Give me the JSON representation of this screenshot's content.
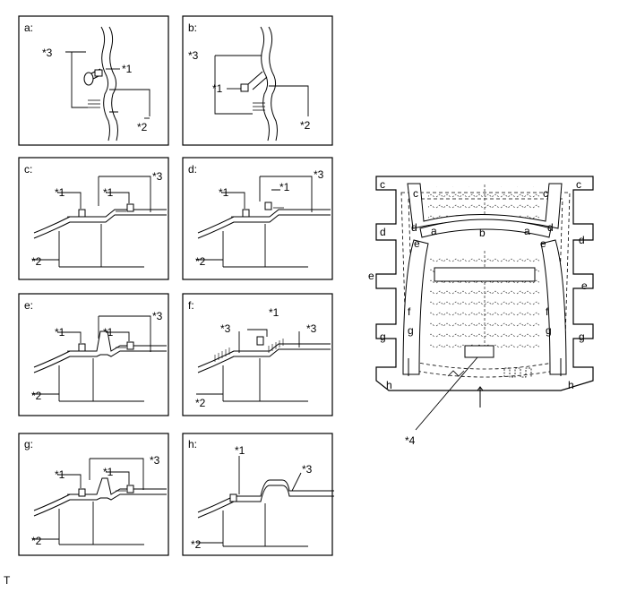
{
  "panels": [
    {
      "id": "a",
      "label": "a:"
    },
    {
      "id": "b",
      "label": "b:"
    },
    {
      "id": "c",
      "label": "c:"
    },
    {
      "id": "d",
      "label": "d:"
    },
    {
      "id": "e",
      "label": "e:"
    },
    {
      "id": "f",
      "label": "f:"
    },
    {
      "id": "g",
      "label": "g:"
    },
    {
      "id": "h",
      "label": "h:"
    }
  ],
  "callouts": {
    "c1": "*1",
    "c2": "*2",
    "c3": "*3",
    "c4": "*4"
  },
  "seat_letters": {
    "a": "a",
    "b": "b",
    "c": "c",
    "d": "d",
    "e": "e",
    "f": "f",
    "g": "g",
    "h": "h"
  },
  "footer": {
    "code": "T"
  }
}
